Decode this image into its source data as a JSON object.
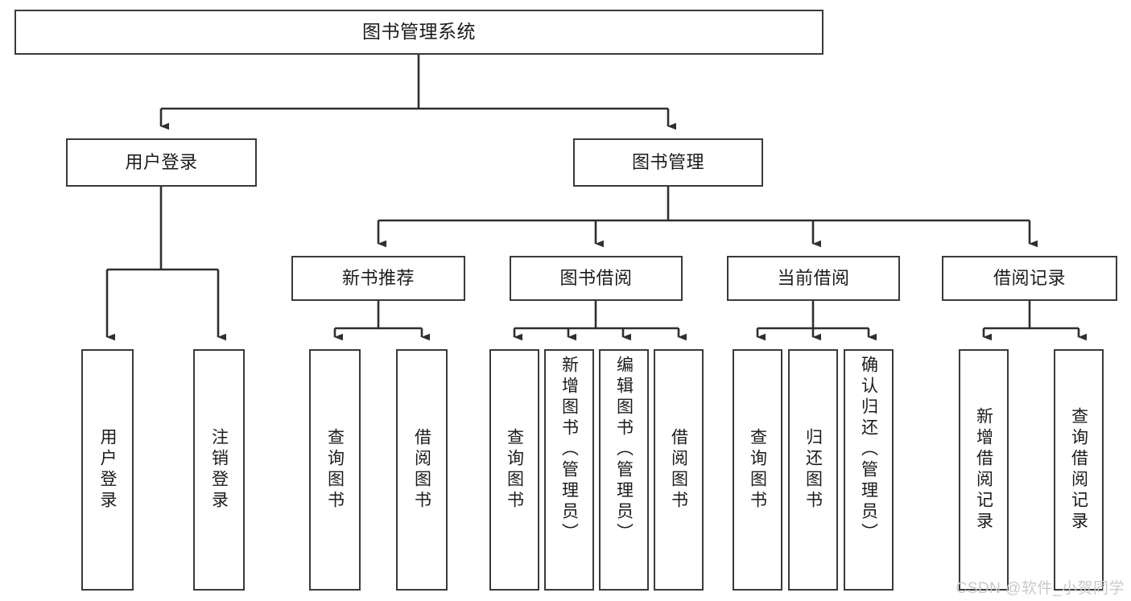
{
  "diagram": {
    "type": "tree-hierarchy",
    "title": "图书管理系统",
    "background_color": "#ffffff",
    "line_color": "#3a3a3a",
    "text_color": "#1b1b1b",
    "watermark": "CSDN @软件_小贺同学",
    "watermark_color": "#c9c9c9"
  },
  "nodes": {
    "root": {
      "label": "图书管理系统"
    },
    "level1": [
      {
        "id": "user-login",
        "label": "用户登录"
      },
      {
        "id": "book-management",
        "label": "图书管理"
      }
    ],
    "level2": [
      {
        "id": "new-book-recommend",
        "label": "新书推荐"
      },
      {
        "id": "book-borrow",
        "label": "图书借阅"
      },
      {
        "id": "current-borrow",
        "label": "当前借阅"
      },
      {
        "id": "borrow-record",
        "label": "借阅记录"
      }
    ],
    "leaves": [
      {
        "id": "user-login-leaf",
        "label": "用户登录",
        "parent": "user-login"
      },
      {
        "id": "logout-leaf",
        "label": "注销登录",
        "parent": "user-login"
      },
      {
        "id": "query-book-1",
        "label": "查询图书",
        "parent": "new-book-recommend"
      },
      {
        "id": "borrow-book-1",
        "label": "借阅图书",
        "parent": "new-book-recommend"
      },
      {
        "id": "query-book-2",
        "label": "查询图书",
        "parent": "book-borrow"
      },
      {
        "id": "add-book-admin",
        "label": "新增图书（管理员）",
        "parent": "book-borrow"
      },
      {
        "id": "edit-book-admin",
        "label": "编辑图书（管理员）",
        "parent": "book-borrow"
      },
      {
        "id": "borrow-book-2",
        "label": "借阅图书",
        "parent": "book-borrow"
      },
      {
        "id": "query-book-3",
        "label": "查询图书",
        "parent": "current-borrow"
      },
      {
        "id": "return-book",
        "label": "归还图书",
        "parent": "current-borrow"
      },
      {
        "id": "confirm-return-admin",
        "label": "确认归还（管理员）",
        "parent": "current-borrow"
      },
      {
        "id": "add-borrow-record",
        "label": "新增借阅记录",
        "parent": "borrow-record"
      },
      {
        "id": "query-borrow-record",
        "label": "查询借阅记录",
        "parent": "borrow-record"
      }
    ]
  }
}
